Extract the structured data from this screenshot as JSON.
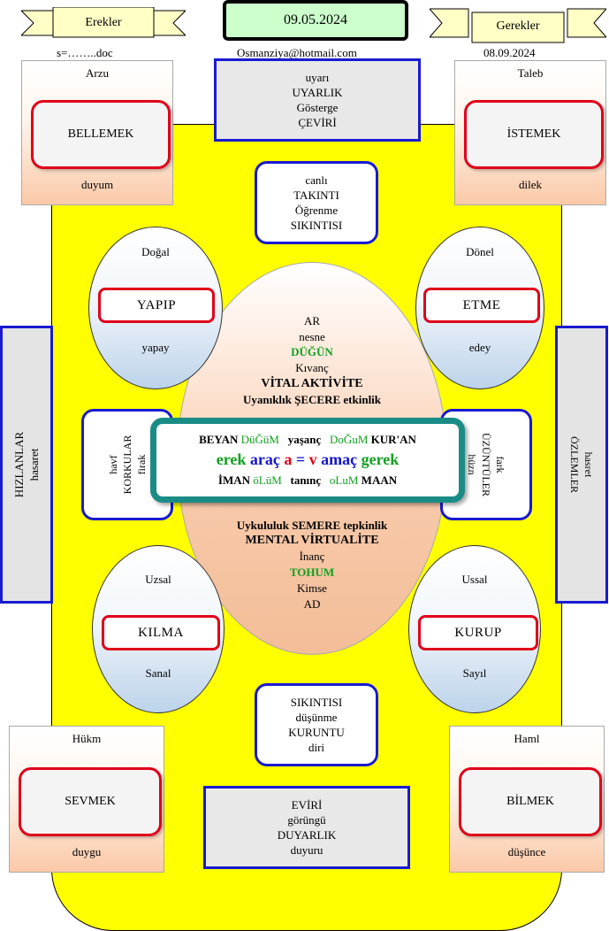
{
  "header": {
    "left_ribbon": "Erekler",
    "right_ribbon": "Gerekler",
    "date": "09.05.2024",
    "left_sub": "s=……..doc",
    "email": "Osmanziya@hotmail.com",
    "right_date": "08.09.2024"
  },
  "corners": {
    "top_left": {
      "title": "Arzu",
      "button": "BELLEMEK",
      "bottom": "duyum"
    },
    "top_right": {
      "title": "Taleb",
      "button": "İSTEMEK",
      "bottom": "dilek"
    },
    "bottom_left": {
      "title": "Hükm",
      "button": "SEVMEK",
      "bottom": "duygu"
    },
    "bottom_right": {
      "title": "Haml",
      "button": "BİLMEK",
      "bottom": "düşünce"
    }
  },
  "top_box": [
    "uyarı",
    "UYARLIK",
    "Gösterge",
    "ÇEVİRİ"
  ],
  "upper_box": [
    "canlı",
    "TAKINTI",
    "Öğrenme",
    "SIKINTISI"
  ],
  "lower_box": [
    "SIKINTISI",
    "düşünme",
    "KURUNTU",
    "diri"
  ],
  "bottom_box": [
    "EVİRİ",
    "görüngü",
    "DUYARLIK",
    "duyuru"
  ],
  "sidebars": {
    "left": [
      "HIZLANLAR",
      "hasaret"
    ],
    "right": [
      "hasret",
      "ÖZLEMLER"
    ]
  },
  "ellipses": {
    "top_left": {
      "top": "Doğal",
      "button": "YAPIP",
      "bottom": "yapay"
    },
    "top_right": {
      "top": "Dönel",
      "button": "ETME",
      "bottom": "edey"
    },
    "bottom_left": {
      "top": "Uzsal",
      "button": "KILMA",
      "bottom": "Sanal"
    },
    "bottom_right": {
      "top": "Ussal",
      "button": "KURUP",
      "bottom": "Sayıl"
    }
  },
  "egg_top": {
    "l1": "AR",
    "l2": "nesne",
    "l3": "DÜĞÜN",
    "l4": "Kıvanç",
    "l5": "VİTAL AKTİVİTE",
    "l6": "Uyanıklık ŞECERE etkinlik"
  },
  "egg_bottom": {
    "l1": "Uykululuk SEMERE tepkinlik",
    "l2": "MENTAL VİRTUALİTE",
    "l3": "İnanç",
    "l4": "TOHUM",
    "l5": "Kimse",
    "l6": "AD"
  },
  "side_inner": {
    "left": [
      "havf",
      "KORKULAR",
      "firak"
    ],
    "right": [
      "fark",
      "ÜZÜNTÜLER",
      "hüzn"
    ]
  },
  "central": {
    "r1": [
      "BEYAN",
      "DüĞüM",
      "yaşanç",
      "DoĞuM",
      "KUR'AN"
    ],
    "r2": [
      "erek",
      "araç",
      "a",
      "=",
      "v",
      "amaç",
      "gerek"
    ],
    "r3": [
      "İMAN",
      "öLüM",
      "tanınç",
      "oLuM",
      "MAAN"
    ]
  },
  "colors": {
    "yellow": "#ffff00",
    "blue_border": "#1a1ad0",
    "red_border": "#e0001a",
    "teal_border": "#1a8c86",
    "green_text": "#11a01f"
  }
}
